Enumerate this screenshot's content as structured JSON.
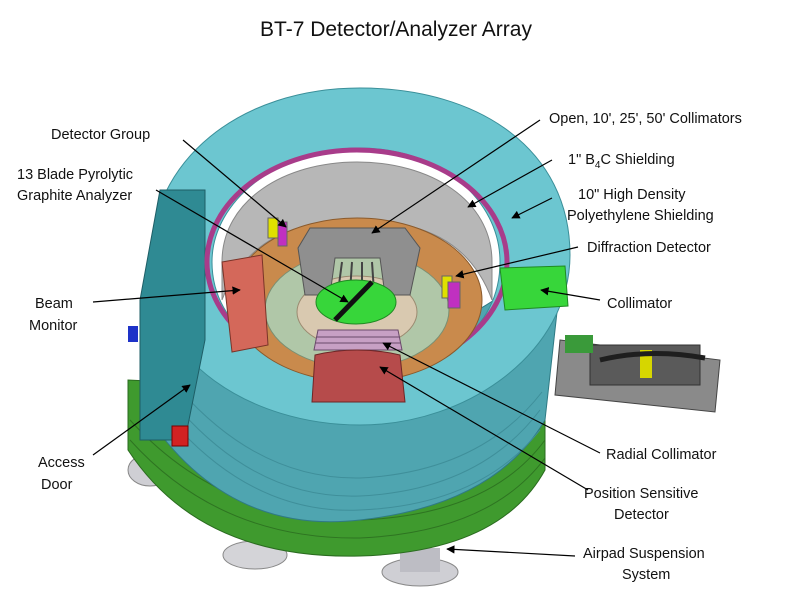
{
  "title": "BT-7 Detector/Analyzer Array",
  "labels": {
    "detector_group": "Detector Group",
    "analyzer_1": "13 Blade Pyrolytic",
    "analyzer_2": "Graphite Analyzer",
    "beam_monitor_1": "Beam",
    "beam_monitor_2": "Monitor",
    "access_door_1": "Access",
    "access_door_2": "Door",
    "collimators": "Open, 10', 25', 50' Collimators",
    "b4c_pre": "1\" B",
    "b4c_sub": "4",
    "b4c_post": "C Shielding",
    "poly_1": "10\" High Density",
    "poly_2": "Polyethylene Shielding",
    "diffraction_detector": "Diffraction Detector",
    "collimator": "Collimator",
    "radial_collimator": "Radial Collimator",
    "psd_1": "Position Sensitive",
    "psd_2": "Detector",
    "airpad_1": "Airpad Suspension",
    "airpad_2": "System"
  },
  "colors": {
    "shield_teal": "#6cc6d0",
    "shield_side": "#4fa5b0",
    "base_green": "#3f9a2e",
    "inner_wall": "#b7b7b7",
    "orange_ring": "#c98a4c",
    "psd_red": "#b64b4b",
    "collimator_green": "#37d63a",
    "magenta_ring": "#a83c8a"
  }
}
